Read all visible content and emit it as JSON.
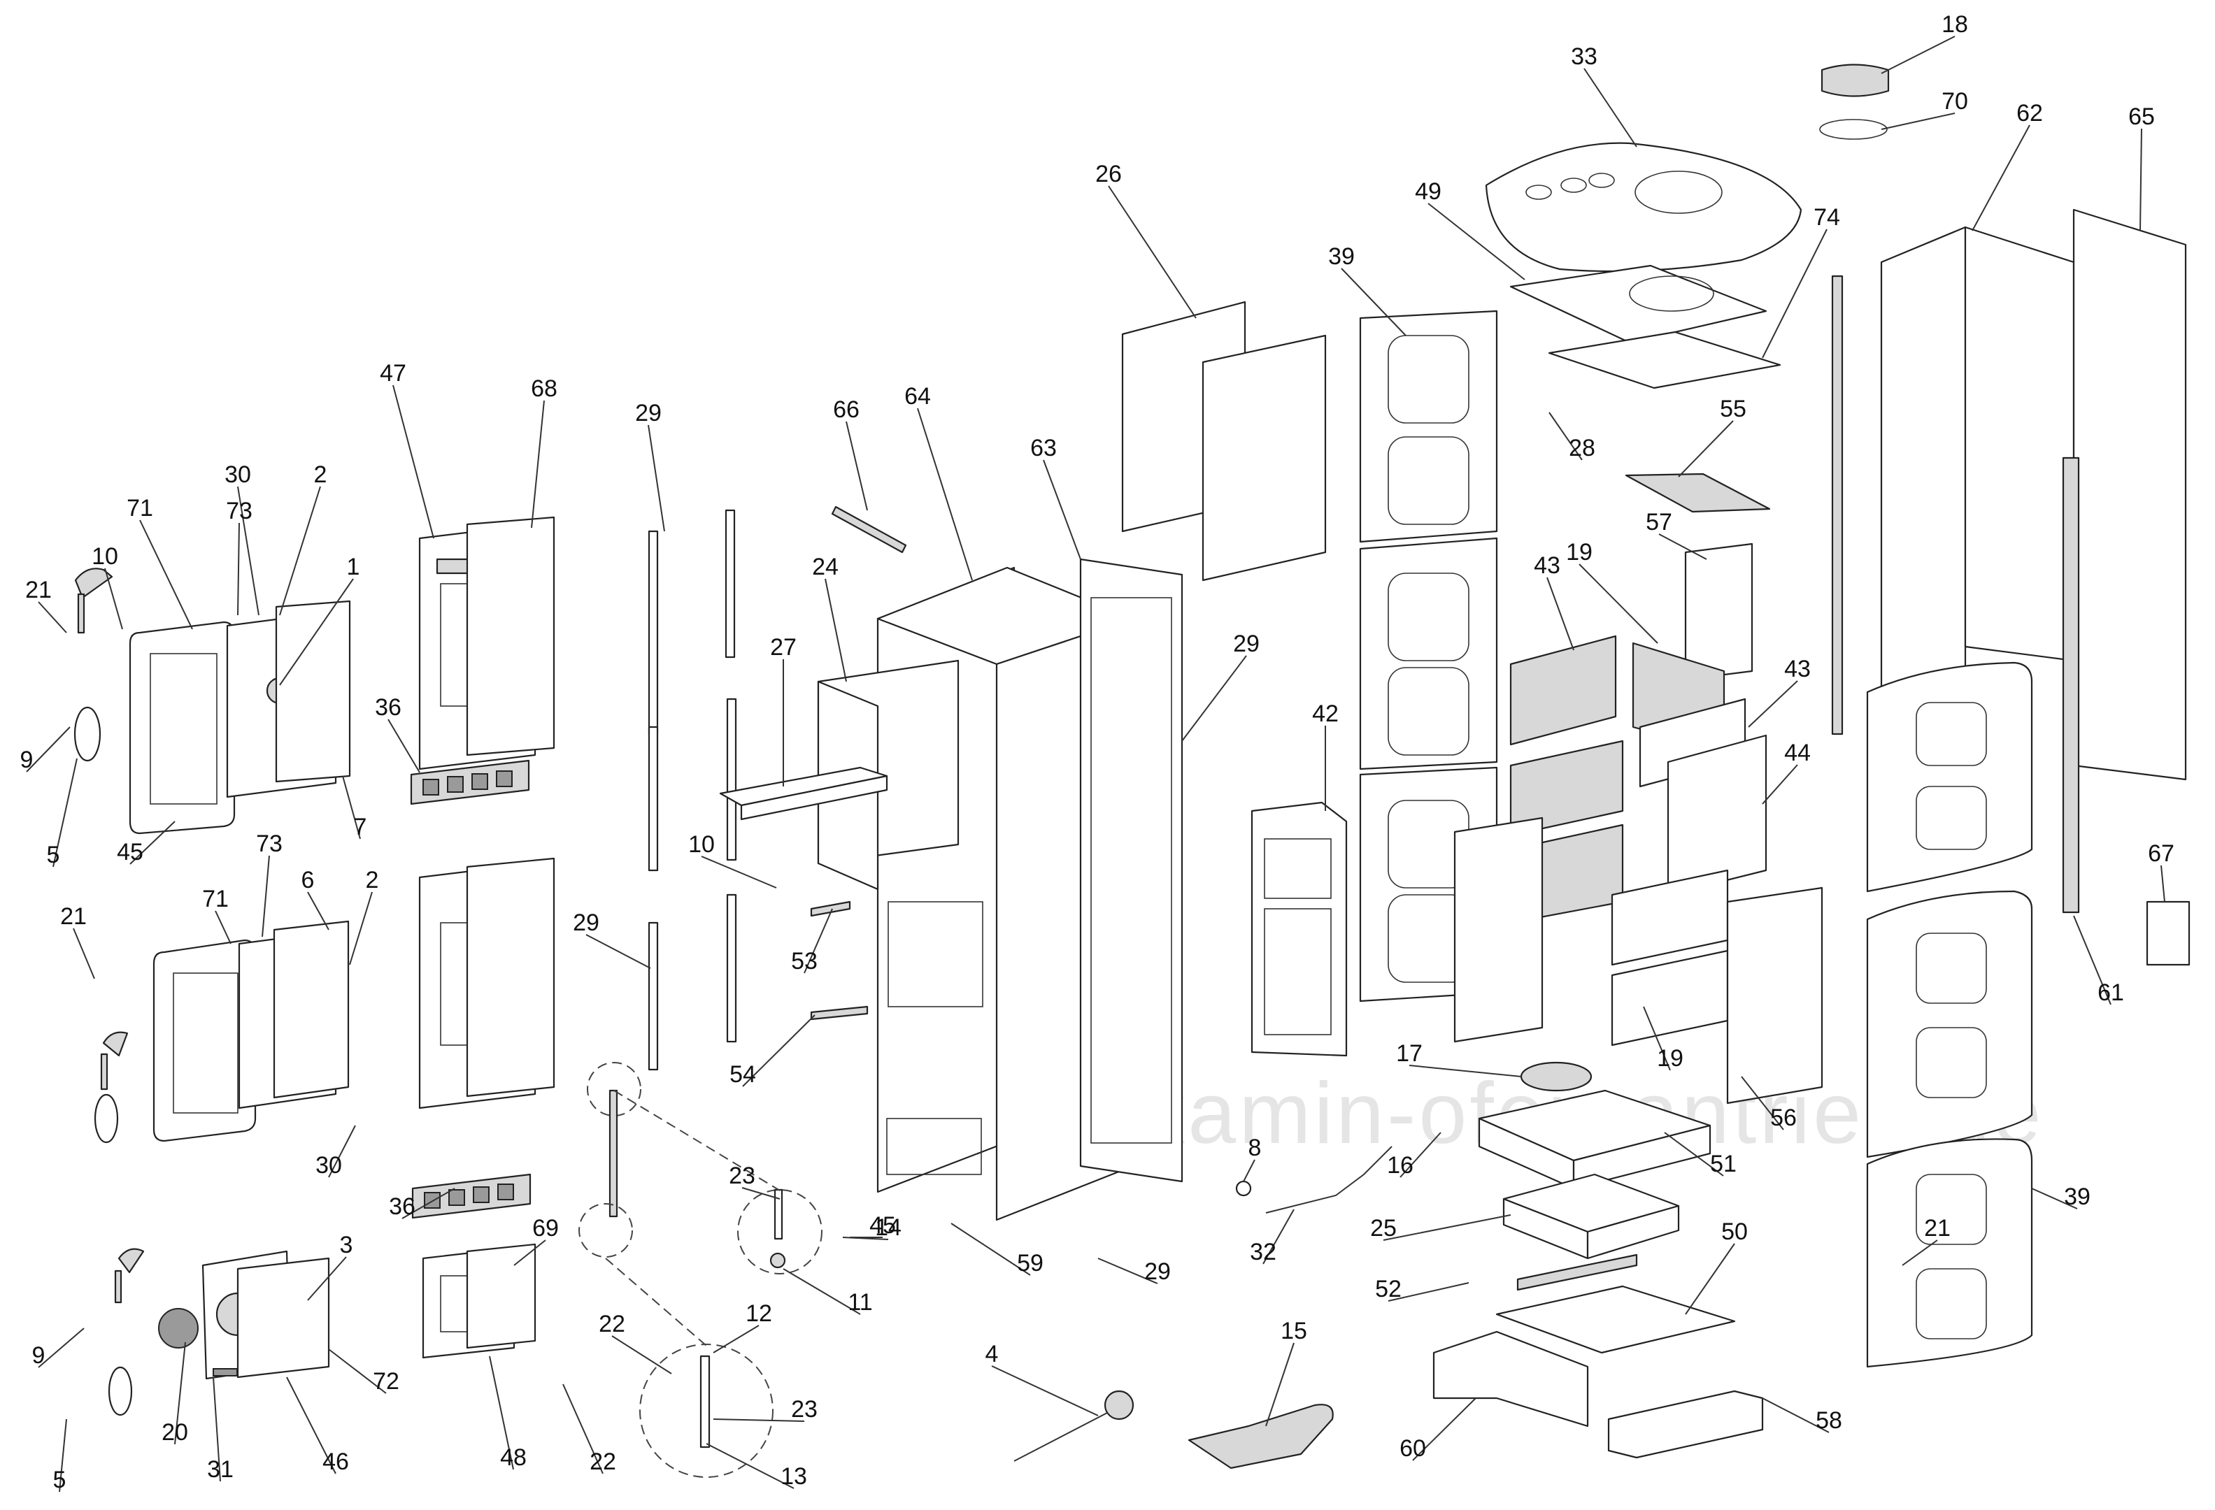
{
  "watermark": "www.kamin-ofen-antrieb.de",
  "callouts": [
    {
      "label": "18"
    },
    {
      "label": "33"
    },
    {
      "label": "70"
    },
    {
      "label": "62"
    },
    {
      "label": "65"
    },
    {
      "label": "26"
    },
    {
      "label": "49"
    },
    {
      "label": "74"
    },
    {
      "label": "39"
    },
    {
      "label": "28"
    },
    {
      "label": "55"
    },
    {
      "label": "57"
    },
    {
      "label": "19"
    },
    {
      "label": "43"
    },
    {
      "label": "43"
    },
    {
      "label": "44"
    },
    {
      "label": "29"
    },
    {
      "label": "47"
    },
    {
      "label": "68"
    },
    {
      "label": "66"
    },
    {
      "label": "64"
    },
    {
      "label": "63"
    },
    {
      "label": "30"
    },
    {
      "label": "2"
    },
    {
      "label": "71"
    },
    {
      "label": "73"
    },
    {
      "label": "1"
    },
    {
      "label": "21"
    },
    {
      "label": "10"
    },
    {
      "label": "24"
    },
    {
      "label": "27"
    },
    {
      "label": "29"
    },
    {
      "label": "42"
    },
    {
      "label": "36"
    },
    {
      "label": "9"
    },
    {
      "label": "7"
    },
    {
      "label": "5"
    },
    {
      "label": "45"
    },
    {
      "label": "10"
    },
    {
      "label": "53"
    },
    {
      "label": "71"
    },
    {
      "label": "73"
    },
    {
      "label": "6"
    },
    {
      "label": "2"
    },
    {
      "label": "21"
    },
    {
      "label": "29"
    },
    {
      "label": "54"
    },
    {
      "label": "17"
    },
    {
      "label": "19"
    },
    {
      "label": "56"
    },
    {
      "label": "8"
    },
    {
      "label": "16"
    },
    {
      "label": "51"
    },
    {
      "label": "23"
    },
    {
      "label": "45"
    },
    {
      "label": "30"
    },
    {
      "label": "36"
    },
    {
      "label": "14"
    },
    {
      "label": "32"
    },
    {
      "label": "25"
    },
    {
      "label": "59"
    },
    {
      "label": "29"
    },
    {
      "label": "39"
    },
    {
      "label": "21"
    },
    {
      "label": "69"
    },
    {
      "label": "11"
    },
    {
      "label": "50"
    },
    {
      "label": "52"
    },
    {
      "label": "3"
    },
    {
      "label": "12"
    },
    {
      "label": "22"
    },
    {
      "label": "9"
    },
    {
      "label": "72"
    },
    {
      "label": "23"
    },
    {
      "label": "4"
    },
    {
      "label": "15"
    },
    {
      "label": "58"
    },
    {
      "label": "60"
    },
    {
      "label": "5"
    },
    {
      "label": "20"
    },
    {
      "label": "31"
    },
    {
      "label": "46"
    },
    {
      "label": "48"
    },
    {
      "label": "22"
    },
    {
      "label": "13"
    },
    {
      "label": "61"
    },
    {
      "label": "67"
    }
  ]
}
